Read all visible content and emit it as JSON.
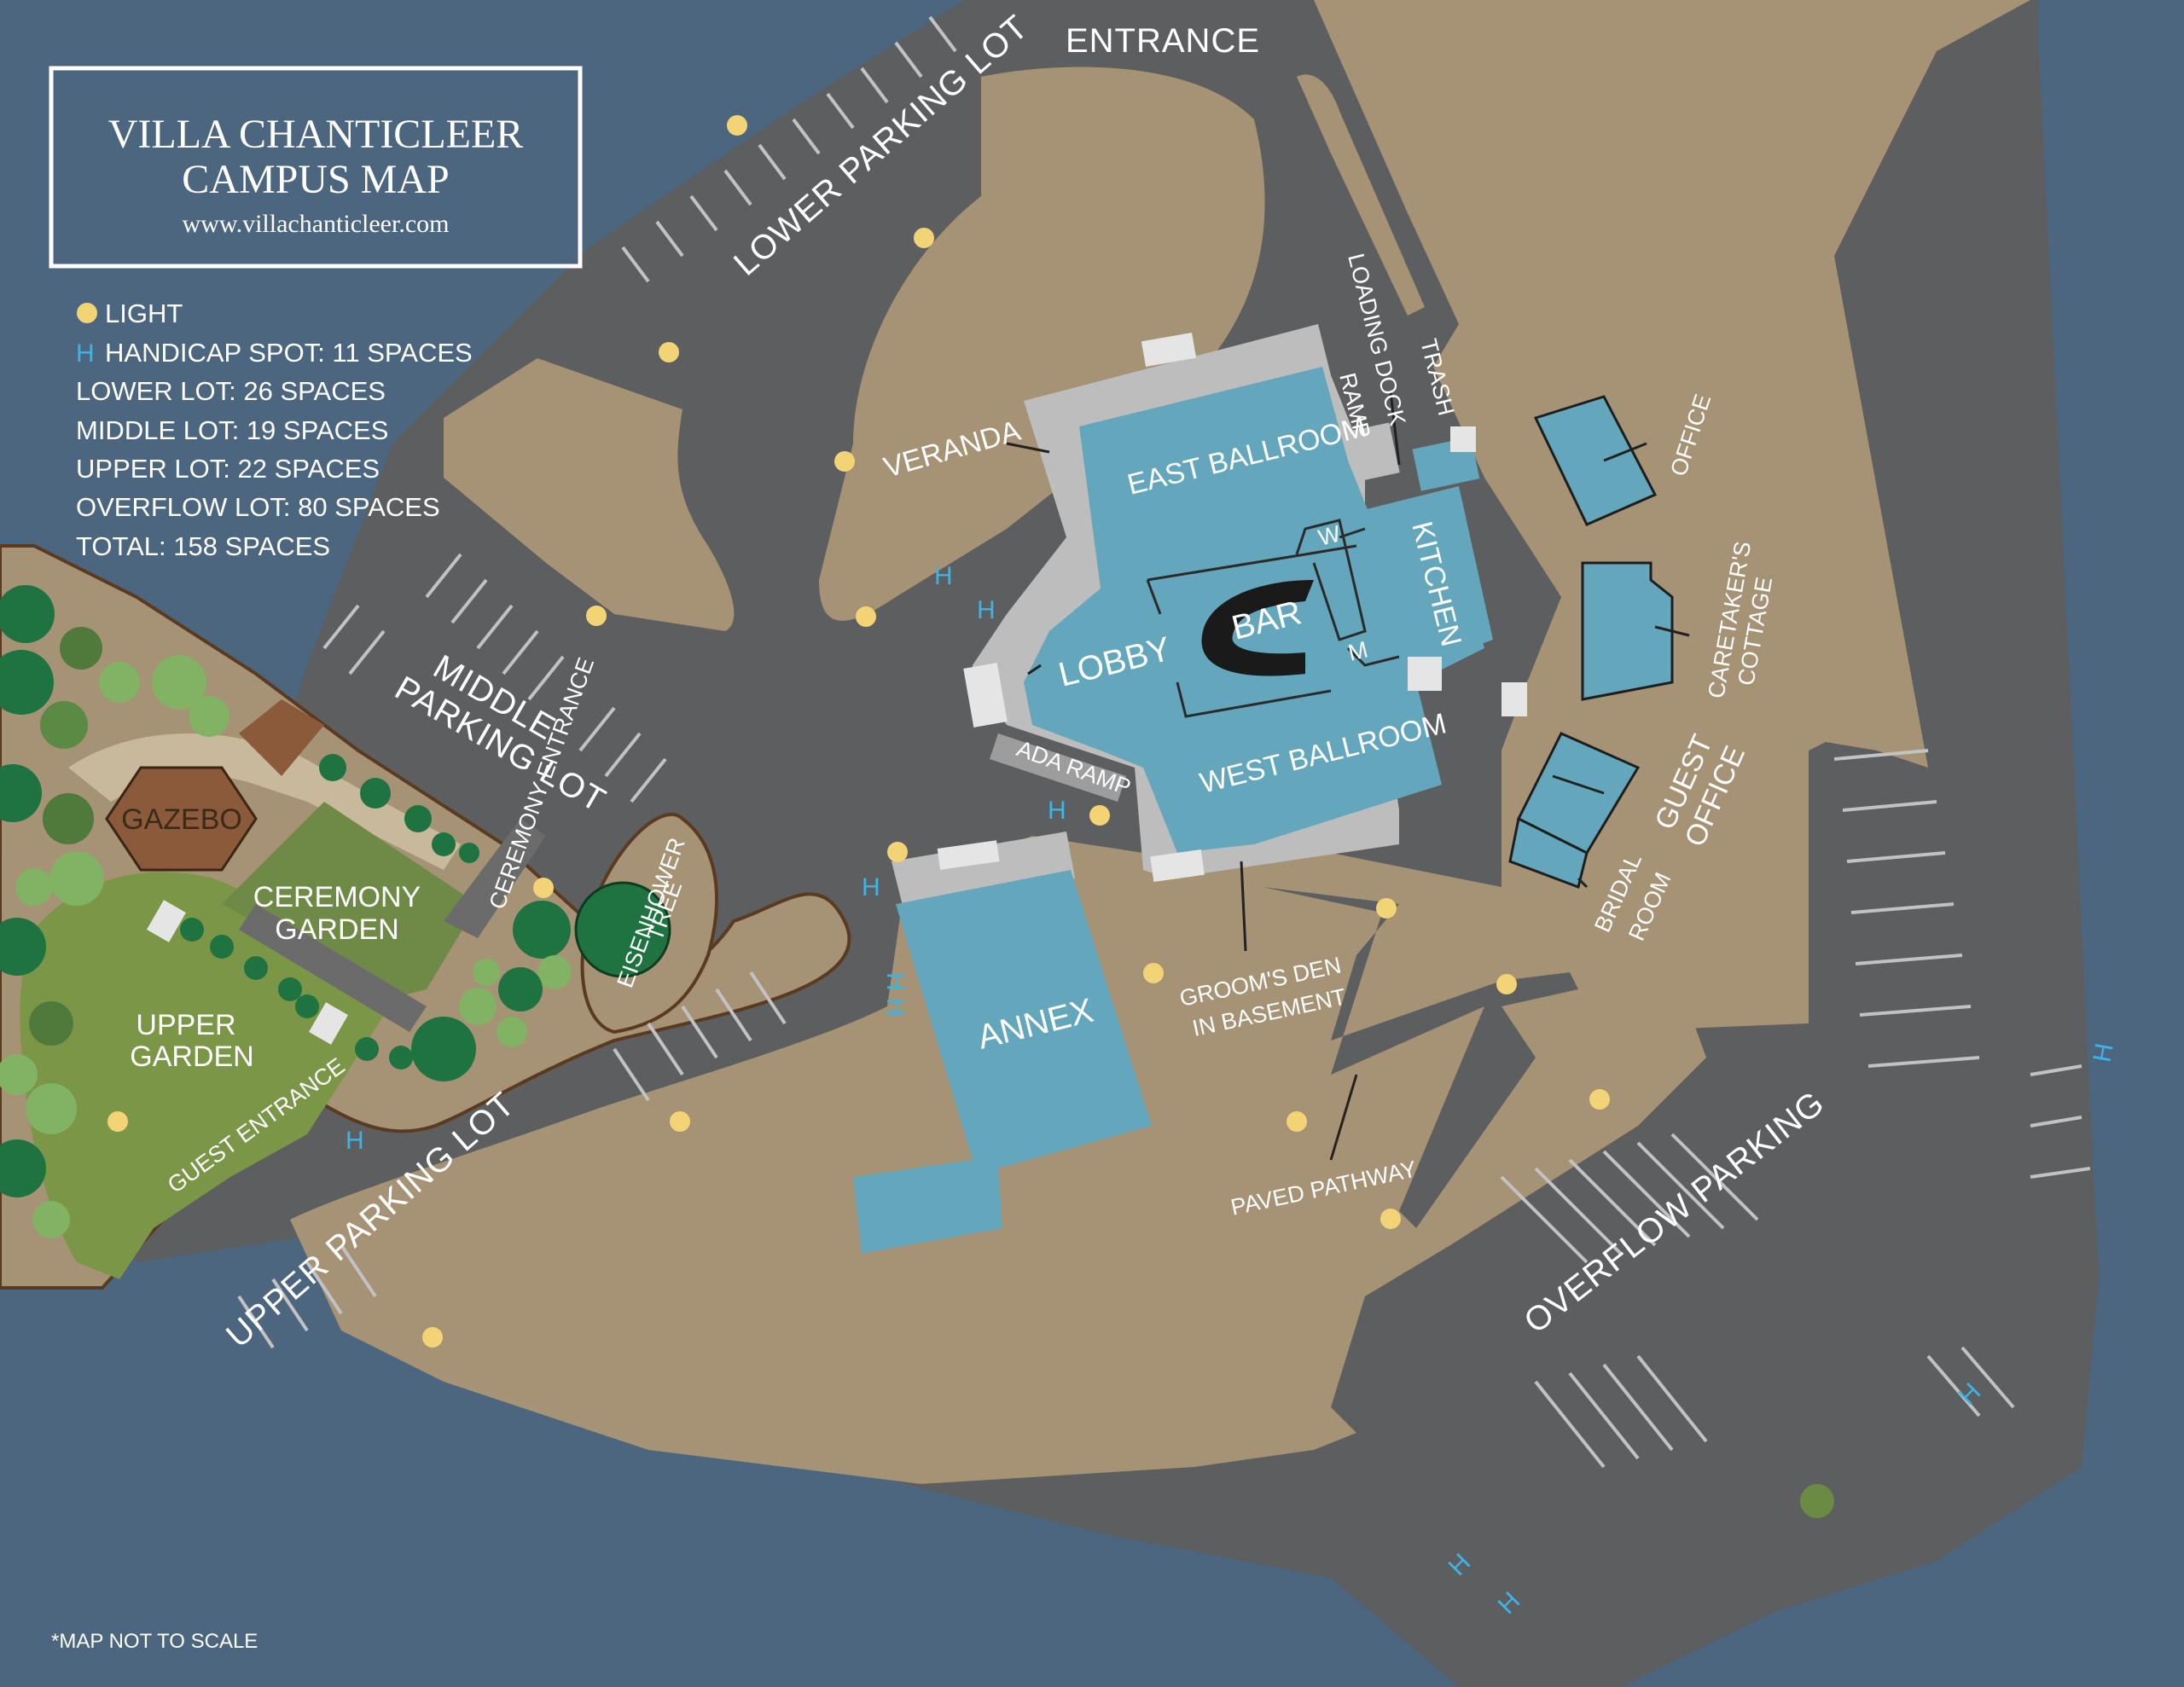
{
  "title": {
    "line1": "VILLA CHANTICLEER",
    "line2": "CAMPUS MAP",
    "website": "www.villachanticleer.com"
  },
  "legend": {
    "light": "LIGHT",
    "handicap_symbol": "H",
    "handicap": "HANDICAP SPOT: 11 SPACES",
    "lower_lot": "LOWER LOT: 26 SPACES",
    "middle_lot": "MIDDLE LOT: 19 SPACES",
    "upper_lot": "UPPER LOT: 22 SPACES",
    "overflow_lot": "OVERFLOW LOT: 80 SPACES",
    "total": "TOTAL: 158 SPACES"
  },
  "footnote": "*MAP NOT TO SCALE",
  "labels": {
    "entrance": "ENTRANCE",
    "lower_parking_lot": "LOWER PARKING LOT",
    "middle_parking_lot_1": "MIDDLE",
    "middle_parking_lot_2": "PARKING LOT",
    "ceremony_entrance": "CEREMONY ENTRANCE",
    "upper_parking_lot": "UPPER PARKING LOT",
    "guest_entrance": "GUEST ENTRANCE",
    "overflow_parking": "OVERFLOW PARKING",
    "paved_pathway": "PAVED PATHWAY",
    "grooms_den_1": "GROOM'S DEN",
    "grooms_den_2": "IN BASEMENT",
    "veranda": "VERANDA",
    "east_ballroom": "EAST BALLROOM",
    "west_ballroom": "WEST BALLROOM",
    "lobby": "LOBBY",
    "bar": "BAR",
    "kitchen": "KITCHEN",
    "w": "W",
    "m": "M",
    "ada_ramp": "ADA RAMP",
    "loading_dock": "LOADING DOCK",
    "ramp": "RAMP",
    "trash": "TRASH",
    "office": "OFFICE",
    "caretakers_cottage_1": "CARETAKER'S",
    "caretakers_cottage_2": "COTTAGE",
    "guest_office_1": "GUEST",
    "guest_office_2": "OFFICE",
    "bridal_room_1": "BRIDAL",
    "bridal_room_2": "ROOM",
    "annex": "ANNEX",
    "gazebo": "GAZEBO",
    "ceremony_garden_1": "CEREMONY",
    "ceremony_garden_2": "GARDEN",
    "upper_garden_1": "UPPER",
    "upper_garden_2": "GARDEN",
    "eisenhower_tree_1": "EISENHOWER",
    "eisenhower_tree_2": "TREE"
  },
  "colors": {
    "water": "#4b667e",
    "road": "#5d5e60",
    "land": "#a69274",
    "building": "#64a7bc",
    "walkway": "#bdbdbd",
    "garden": "#748f47",
    "lawn": "#86a04f",
    "tree": "#1f7340",
    "gazebo": "#8a5a3b",
    "light": "#f2d477",
    "handicap": "#3eb3e6"
  }
}
